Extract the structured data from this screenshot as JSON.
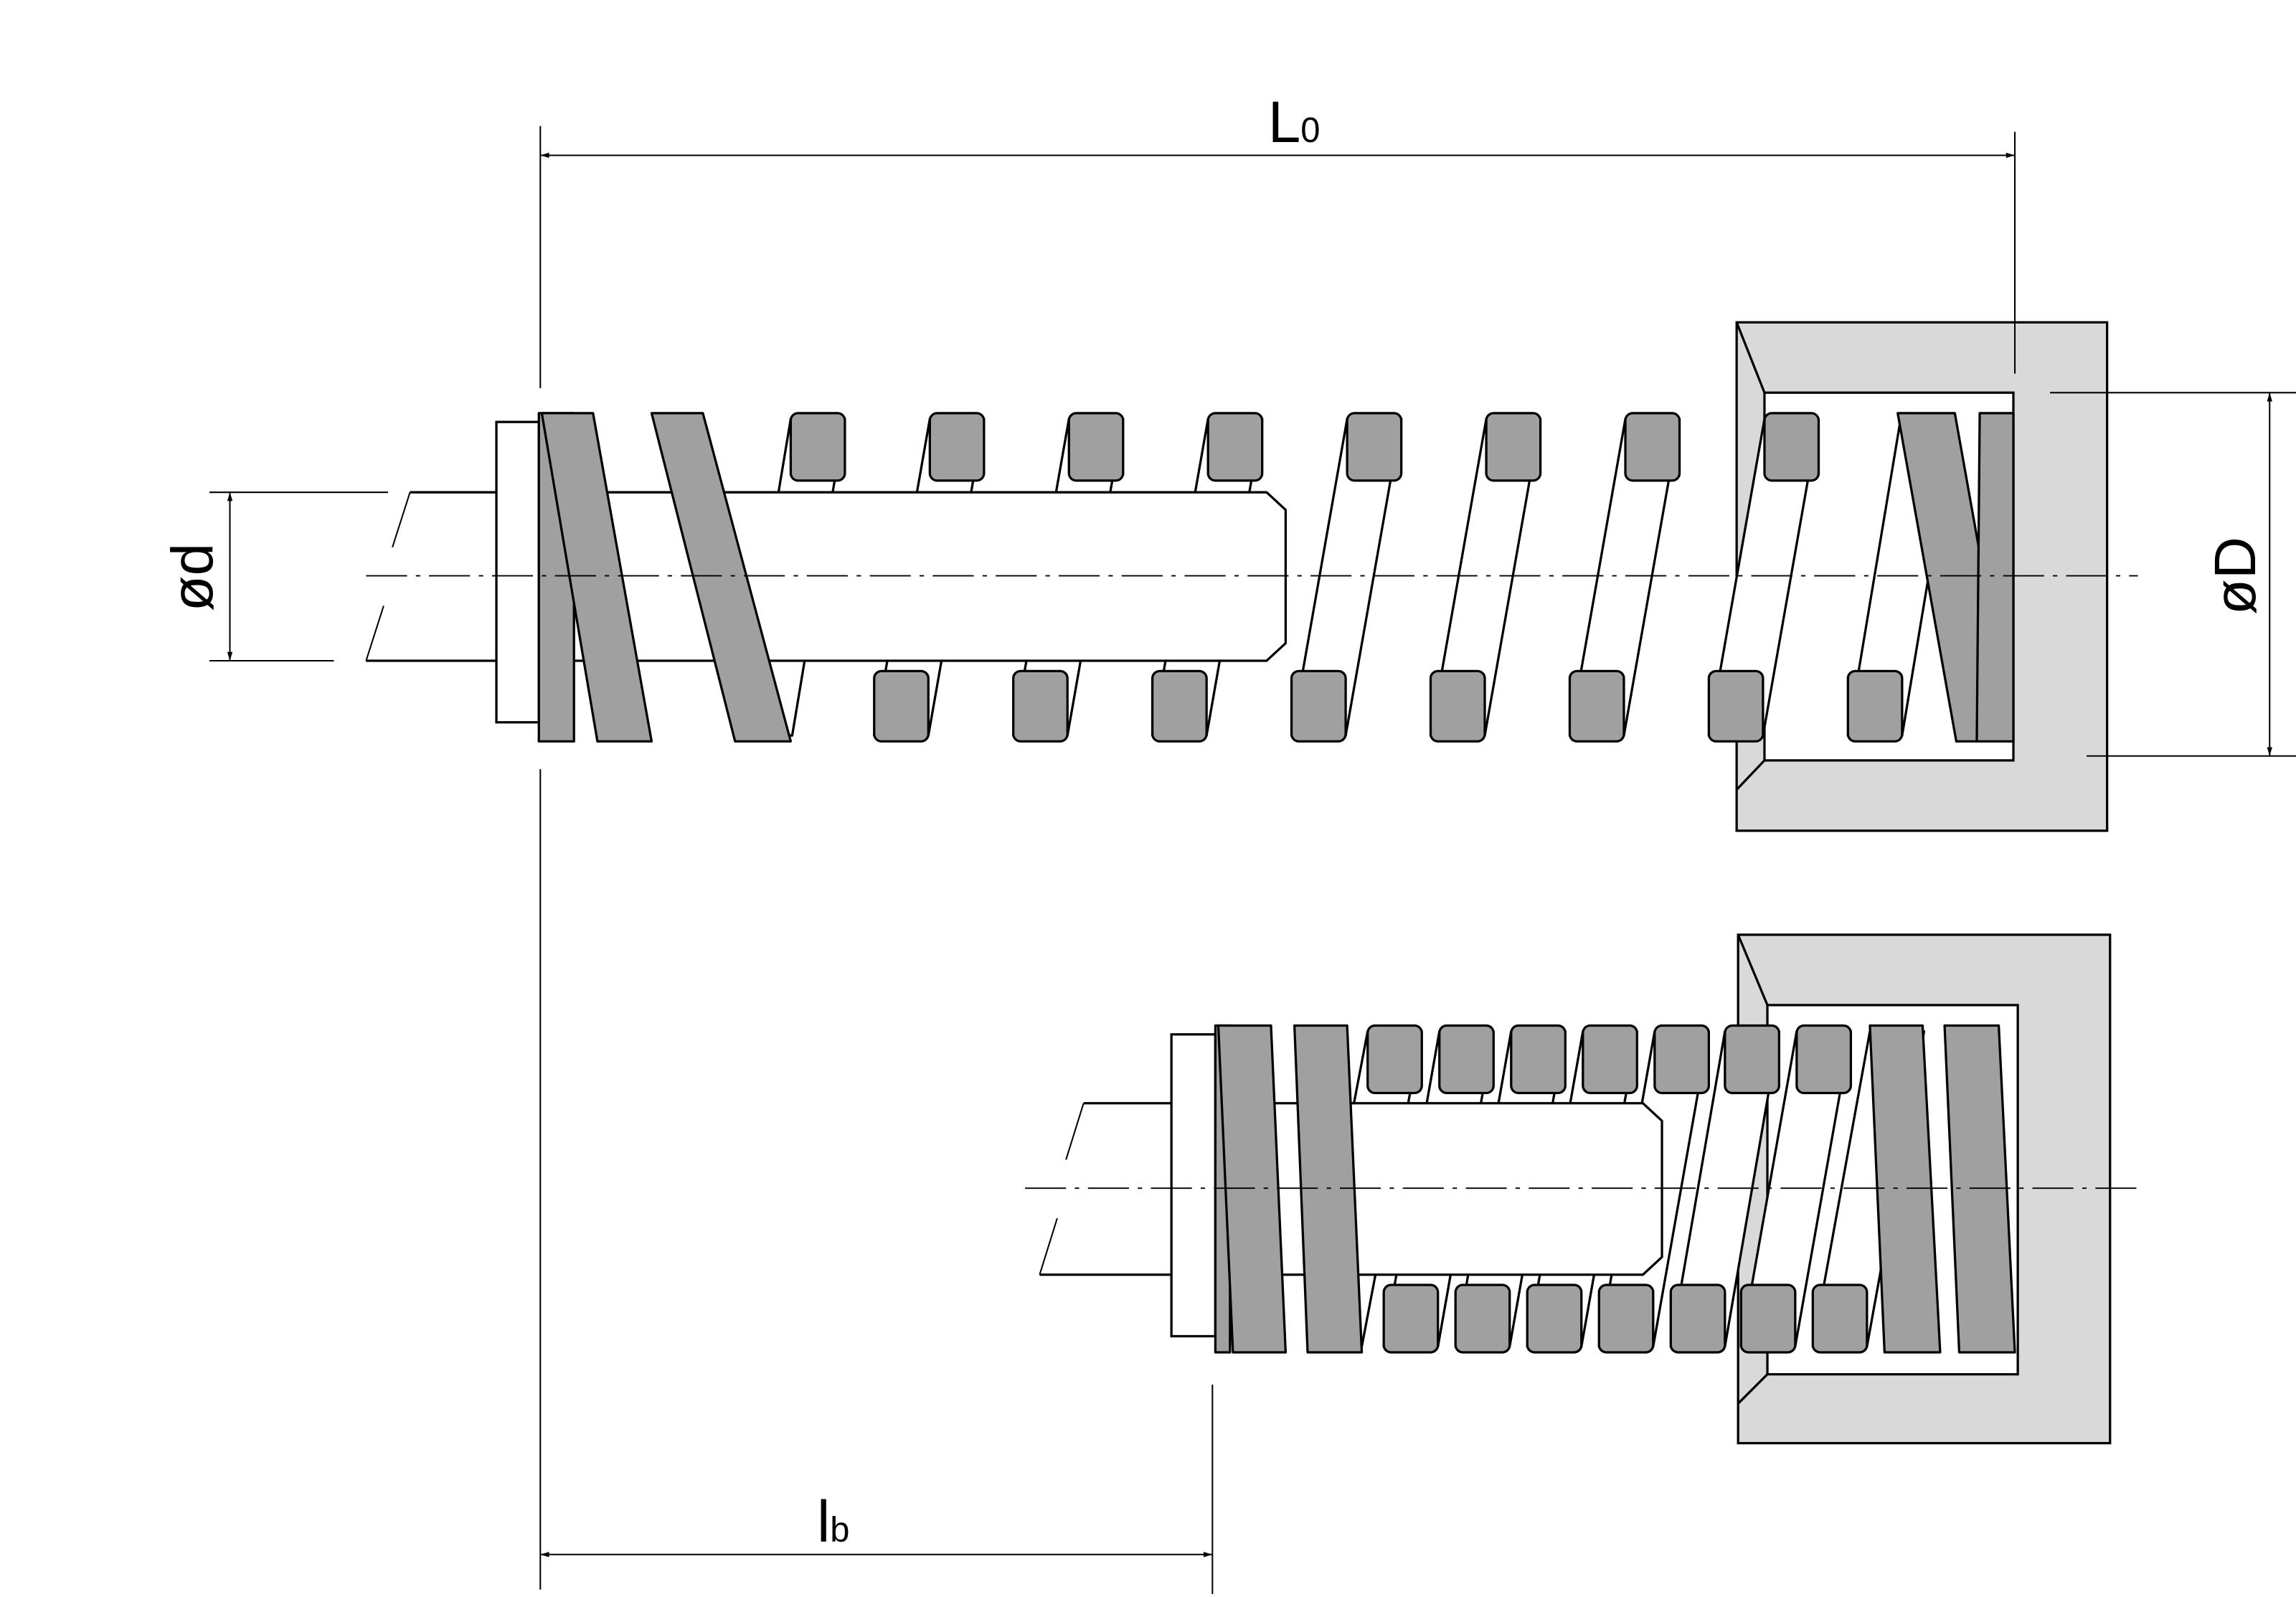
{
  "labels": {
    "free_length": {
      "main": "L",
      "sub": "0"
    },
    "rod_diameter": "ød",
    "bore_diameter": "øD",
    "block_length": {
      "main": "l",
      "sub": "b"
    }
  },
  "colors": {
    "coil": "#a0a0a0",
    "cup": "#d9d9d9",
    "line": "#000000",
    "background": "#ffffff"
  }
}
